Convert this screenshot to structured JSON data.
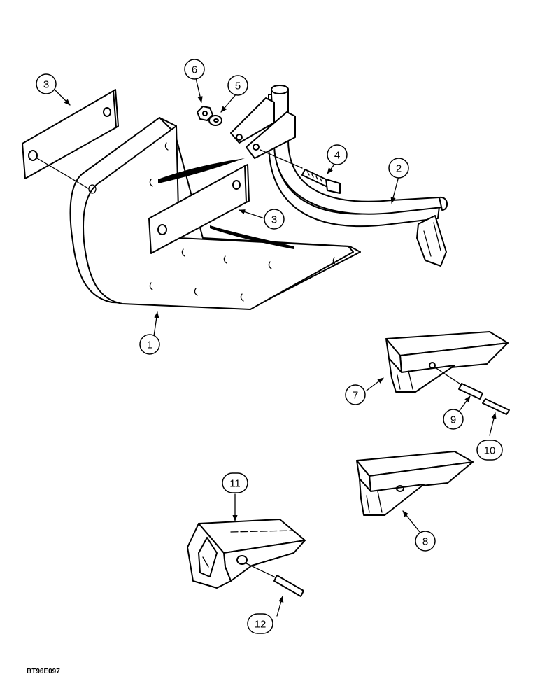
{
  "figure_code": "BT96E097",
  "callouts": {
    "c1": "1",
    "c2": "2",
    "c3a": "3",
    "c3b": "3",
    "c4": "4",
    "c5": "5",
    "c6": "6",
    "c7": "7",
    "c8": "8",
    "c9": "9",
    "c10": "10",
    "c11": "11",
    "c12": "12"
  }
}
